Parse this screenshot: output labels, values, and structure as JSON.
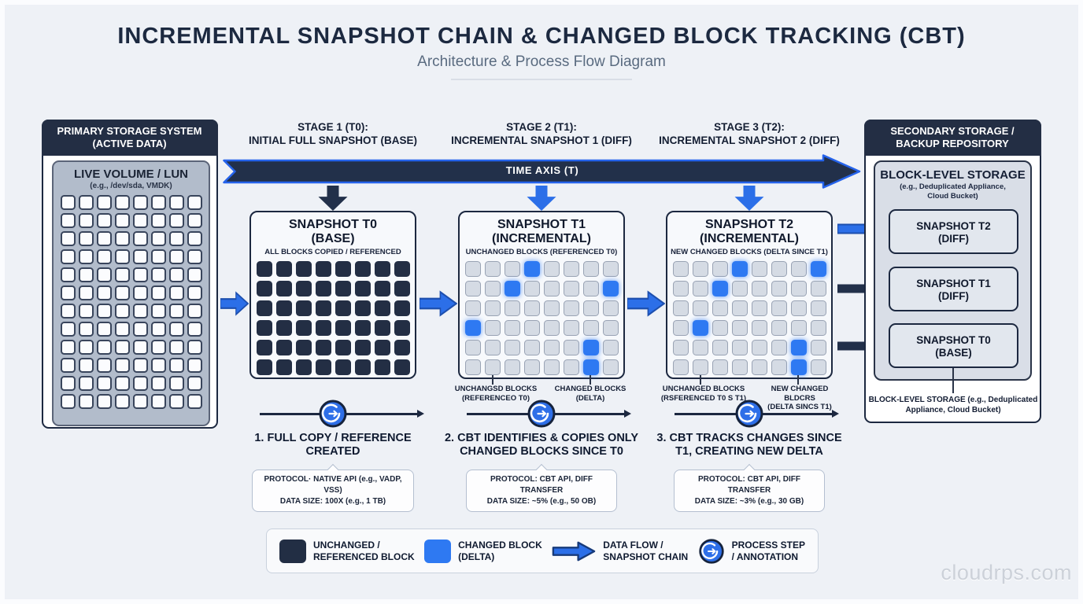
{
  "title": "INCREMENTAL SNAPSHOT CHAIN & CHANGED BLOCK TRACKING (CBT)",
  "subtitle": "Architecture & Process Flow Diagram",
  "watermark": "cloudrps.com",
  "colors": {
    "accent_blue": "#2e6fe8",
    "block_blue": "#2e79f2",
    "dark_navy": "#222e44",
    "light_block": "#d5dbe4",
    "background": "#eef1f6"
  },
  "time_axis": {
    "label": "TIME AXIS (T)"
  },
  "primary_storage": {
    "header_line1": "PRIMARY STORAGE SYSTEM",
    "header_line2": "(ACTIVE DATA)",
    "volume_title": "LIVE VOLUME / LUN",
    "volume_subtitle": "(e.g., /dev/sda, VMDK)",
    "grid": {
      "cols": 8,
      "rows": 12,
      "cell": 19,
      "gap": 4,
      "base": "white",
      "blue_cells": []
    }
  },
  "stages": [
    {
      "header_line1": "STAGE 1 (T0):",
      "header_line2": "INITIAL FULL SNAPSHOT (BASE)",
      "box_title": "SNAPSHOT T0",
      "box_subtitle": "(BASE)",
      "box_caption": "ALL BLOCKS COPIED / REFERENCED",
      "grid": {
        "cols": 8,
        "rows": 6,
        "cell": 20,
        "gap": 5,
        "base": "dark",
        "blue_cells": []
      },
      "step_title_line1": "1. FULL COPY / REFERENCE",
      "step_title_line2": "CREATED",
      "protocol_line1": "PROTOCOL· NATIVE API (e.g., VADP, VSS)",
      "protocol_line2": "DATA SIZE: 100X (e.g., 1 TB)"
    },
    {
      "header_line1": "STAGE 2 (T1):",
      "header_line2": "INCREMENTAL SNAPSHOT 1 (DIFF)",
      "box_title": "SNAPSHOT T1",
      "box_subtitle": "(INCREMENTAL)",
      "box_caption": "UNCHANGED BLOCKS (REFERENCED T0)",
      "grid": {
        "cols": 8,
        "rows": 6,
        "cell": 20,
        "gap": 5,
        "base": "light",
        "blue_cells": [
          [
            0,
            3
          ],
          [
            1,
            2
          ],
          [
            1,
            7
          ],
          [
            3,
            0
          ],
          [
            4,
            6
          ],
          [
            5,
            6
          ]
        ]
      },
      "label_left_line1": "UNCHANGSD BLOCKS",
      "label_left_line2": "(REFERENCEO T0)",
      "label_right_line1": "CHANGED BLOCKS",
      "label_right_line2": "(DELTA)",
      "step_title_line1": "2. CBT IDENTIFIES & COPIES ONLY",
      "step_title_line2": "CHANGED BLOCKS SINCE T0",
      "protocol_line1": "PROTOCOL: CBT API, DIFF TRANSFER",
      "protocol_line2": "DATA SIZE: ~5% (e.g., 50 OB)"
    },
    {
      "header_line1": "STAGE 3 (T2):",
      "header_line2": "INCREMENTAL SNAPSHOT 2 (DIFF)",
      "box_title": "SNAPSHOT T2",
      "box_subtitle": "(INCREMENTAL)",
      "box_caption": "NEW CHANGED BLOCKS (DELTA SINCE T1)",
      "grid": {
        "cols": 8,
        "rows": 6,
        "cell": 20,
        "gap": 5,
        "base": "light",
        "blue_cells": [
          [
            0,
            3
          ],
          [
            0,
            7
          ],
          [
            1,
            2
          ],
          [
            3,
            1
          ],
          [
            4,
            6
          ],
          [
            5,
            6
          ]
        ]
      },
      "label_left_line1": "UNCHANGED BLOCKS",
      "label_left_line2": "(RSFERENCED T0 S T1)",
      "label_right_line1": "NEW CHANGED",
      "label_right_line2": "BLDCRS",
      "label_right_line3": "(DELTA SINCS T1)",
      "step_title_line1": "3. CBT TRACKS CHANGES SINCE",
      "step_title_line2": "T1, CREATING NEW DELTA",
      "protocol_line1": "PROTOCOL: CBT API, DIFF TRANSFER",
      "protocol_line2": "DATA SIZE: ~3% (e.g., 30 GB)"
    }
  ],
  "secondary_storage": {
    "header_line1": "SECONDARY STORAGE /",
    "header_line2": "BACKUP REPOSITORY",
    "panel_title": "BLOCK-LEVEL STORAGE",
    "panel_subtitle_line1": "(e.g., Deduplicated Appliance,",
    "panel_subtitle_line2": "Cloud Bucket)",
    "boxes": [
      {
        "line1": "SNAPSHOT T2",
        "line2": "(DIFF)"
      },
      {
        "line1": "SNAPSHOT T1",
        "line2": "(DIFF)"
      },
      {
        "line1": "SNAPSHOT T0",
        "line2": "(BASE)"
      }
    ],
    "caption_line1": "BLOCK-LEVEL STORAGE (e.g., Deduplicated",
    "caption_line2": "Appliance, Cloud Bucket)"
  },
  "legend": {
    "items": [
      {
        "icon": "unchanged-block-swatch",
        "line1": "UNCHANGED /",
        "line2": "REFERENCED BLOCK"
      },
      {
        "icon": "changed-block-swatch",
        "line1": "CHANGED BLOCK",
        "line2": "(DELTA)"
      },
      {
        "icon": "data-flow-arrow",
        "line1": "DATA FLOW /",
        "line2": "SNAPSHOT CHAIN"
      },
      {
        "icon": "process-step-circle",
        "line1": "PROCESS STEP",
        "line2": "/ ANNOTATION"
      }
    ]
  }
}
